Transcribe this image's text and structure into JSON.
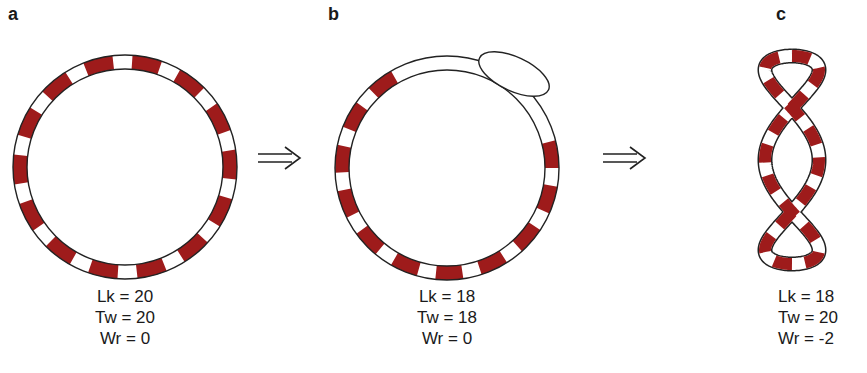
{
  "diagram": {
    "labels": [
      "a",
      "b",
      "c",
      "Lk = 20",
      "Tw = 20",
      "Wr = 0",
      "Lk = 18",
      "Tw = 18",
      "Wr = 0",
      "Lk = 18",
      "Tw = 20",
      "Wr = -2"
    ]
  }
}
